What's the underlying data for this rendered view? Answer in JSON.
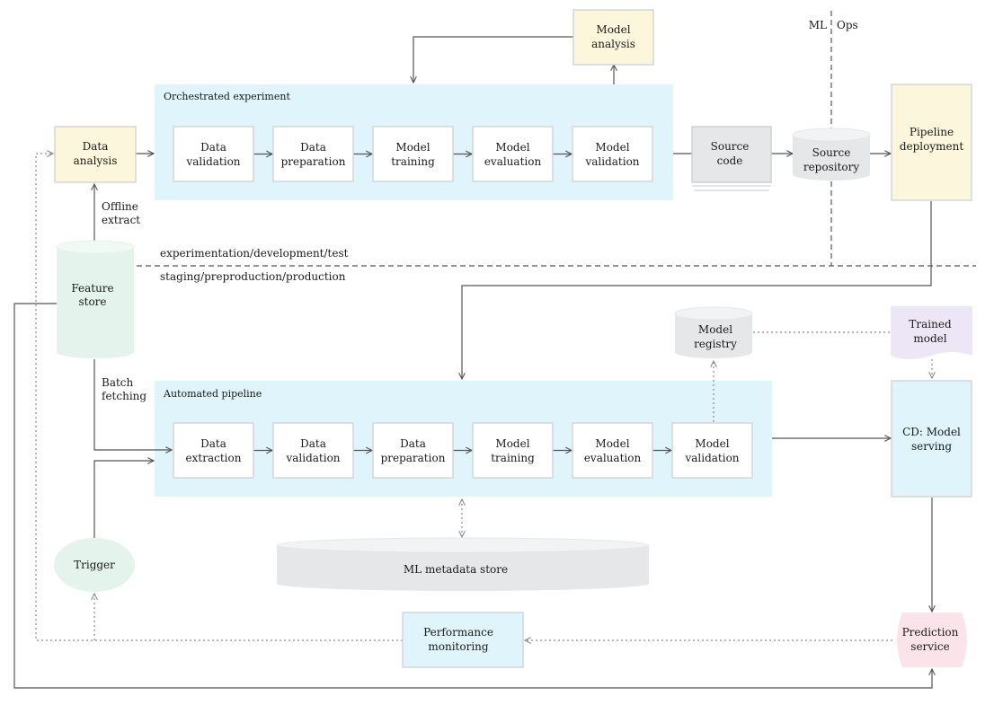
{
  "colors": {
    "light_blue": "#dff4fb",
    "light_yellow": "#fbf6dc",
    "light_green": "#e4f3ec",
    "light_gray": "#e6e7e9",
    "light_purple": "#ece6f6",
    "light_pink": "#fbe3ea",
    "box_border": "#d4d6d8",
    "line": "#555555",
    "dotted": "#8a8a8a"
  },
  "labels": {
    "ml": "ML",
    "ops": "Ops",
    "offline_extract": [
      "Offline",
      "extract"
    ],
    "batch_fetching": [
      "Batch",
      "fetching"
    ],
    "zone_top": "experimentation/development/test",
    "zone_bottom": "staging/preproduction/production"
  },
  "containers": {
    "orchestrated": "Orchestrated experiment",
    "automated": "Automated pipeline"
  },
  "nodes": {
    "model_analysis": [
      "Model",
      "analysis"
    ],
    "data_analysis": [
      "Data",
      "analysis"
    ],
    "feature_store": [
      "Feature",
      "store"
    ],
    "source_code": [
      "Source",
      "code"
    ],
    "source_repository": [
      "Source",
      "repository"
    ],
    "pipeline_deployment": [
      "Pipeline",
      "deployment"
    ],
    "model_registry": [
      "Model",
      "registry"
    ],
    "trained_model": [
      "Trained",
      "model"
    ],
    "cd_model_serving": [
      "CD: Model",
      "serving"
    ],
    "trigger": [
      "Trigger"
    ],
    "ml_metadata_store": [
      "ML metadata store"
    ],
    "performance_monitoring": [
      "Performance",
      "monitoring"
    ],
    "prediction_service": [
      "Prediction",
      "service"
    ]
  },
  "experiment_steps": [
    [
      "Data",
      "validation"
    ],
    [
      "Data",
      "preparation"
    ],
    [
      "Model",
      "training"
    ],
    [
      "Model",
      "evaluation"
    ],
    [
      "Model",
      "validation"
    ]
  ],
  "pipeline_steps": [
    [
      "Data",
      "extraction"
    ],
    [
      "Data",
      "validation"
    ],
    [
      "Data",
      "preparation"
    ],
    [
      "Model",
      "training"
    ],
    [
      "Model",
      "evaluation"
    ],
    [
      "Model",
      "validation"
    ]
  ]
}
